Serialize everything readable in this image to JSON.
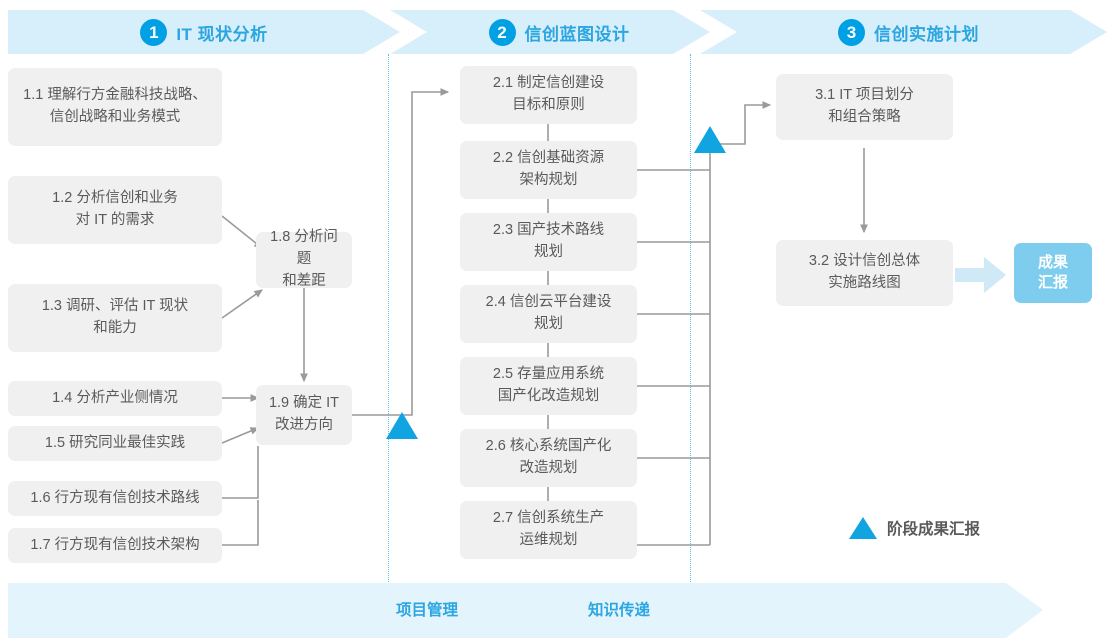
{
  "phases": [
    {
      "number": "1",
      "label": "IT 现状分析"
    },
    {
      "number": "2",
      "label": "信创蓝图设计"
    },
    {
      "number": "3",
      "label": "信创实施计划"
    }
  ],
  "phase1_tasks": [
    {
      "id": "1.1",
      "text": "1.1 理解行方金融科技战略、\n信创战略和业务模式"
    },
    {
      "id": "1.2",
      "text": "1.2 分析信创和业务\n对 IT 的需求"
    },
    {
      "id": "1.3",
      "text": "1.3 调研、评估 IT 现状\n和能力"
    },
    {
      "id": "1.4",
      "text": "1.4 分析产业侧情况"
    },
    {
      "id": "1.5",
      "text": "1.5 研究同业最佳实践"
    },
    {
      "id": "1.6",
      "text": "1.6 行方现有信创技术路线"
    },
    {
      "id": "1.7",
      "text": "1.7 行方现有信创技术架构"
    }
  ],
  "phase1_merge_tasks": [
    {
      "id": "1.8",
      "text": "1.8 分析问题\n和差距"
    },
    {
      "id": "1.9",
      "text": "1.9 确定 IT\n改进方向"
    }
  ],
  "phase2_tasks": [
    {
      "id": "2.1",
      "text": "2.1 制定信创建设\n目标和原则"
    },
    {
      "id": "2.2",
      "text": "2.2 信创基础资源\n架构规划"
    },
    {
      "id": "2.3",
      "text": "2.3 国产技术路线\n规划"
    },
    {
      "id": "2.4",
      "text": "2.4 信创云平台建设\n规划"
    },
    {
      "id": "2.5",
      "text": "2.5 存量应用系统\n国产化改造规划"
    },
    {
      "id": "2.6",
      "text": "2.6 核心系统国产化\n改造规划"
    },
    {
      "id": "2.7",
      "text": "2.7 信创系统生产\n运维规划"
    }
  ],
  "phase3_tasks": [
    {
      "id": "3.1",
      "text": "3.1 IT 项目划分\n和组合策略"
    },
    {
      "id": "3.2",
      "text": "3.2 设计信创总体\n实施路线图"
    }
  ],
  "result_badge": {
    "text": "成果\n汇报"
  },
  "legend": {
    "icon": "milestone-triangle-icon",
    "text": "阶段成果汇报"
  },
  "bottom_band": {
    "labels": [
      {
        "text": "项目管理"
      },
      {
        "text": "知识传递"
      }
    ]
  },
  "colors": {
    "band": "#d7eefb",
    "bottom_band": "#e3f4fc",
    "accent": "#2ba6e0",
    "circle": "#00a0e4",
    "milestone": "#10a4e0",
    "box_fill": "#f0f0f0",
    "badge": "#7fcdee",
    "badge_arrow": "#cfe9f7",
    "wire": "#9a9a9a",
    "dotted": "#53bfe8"
  }
}
